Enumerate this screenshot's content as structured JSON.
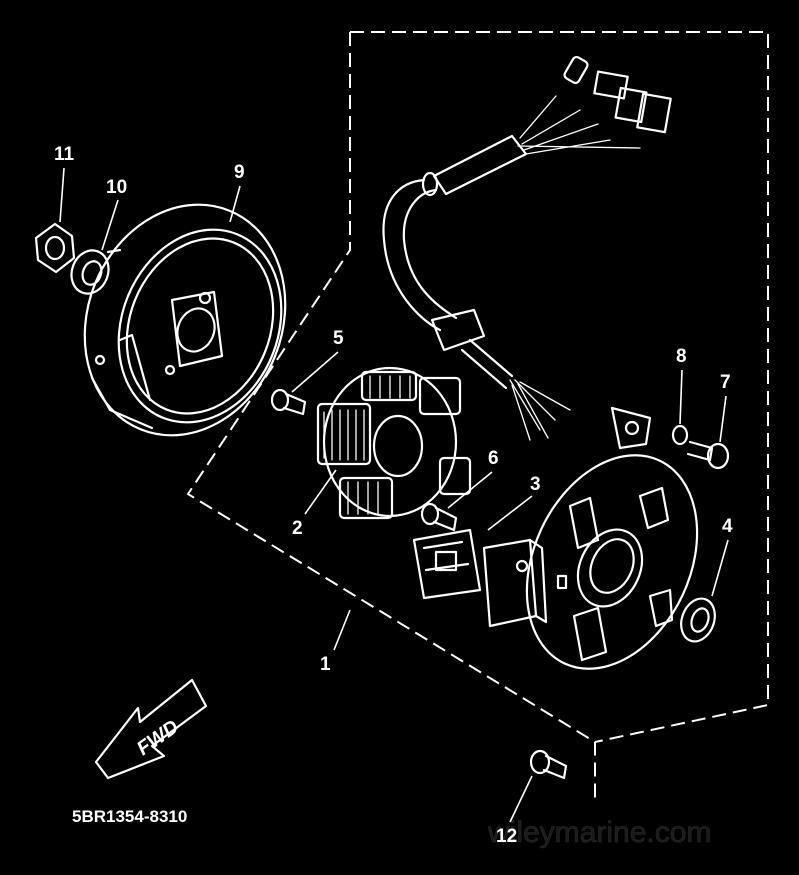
{
  "diagram": {
    "part_code": "5BR1354-8310",
    "watermark": "wileymarine.com",
    "direction_label": "FWD",
    "callouts": [
      {
        "id": "c1",
        "label": "1"
      },
      {
        "id": "c2",
        "label": "2"
      },
      {
        "id": "c3",
        "label": "3"
      },
      {
        "id": "c4",
        "label": "4"
      },
      {
        "id": "c5",
        "label": "5"
      },
      {
        "id": "c6",
        "label": "6"
      },
      {
        "id": "c7",
        "label": "7"
      },
      {
        "id": "c8",
        "label": "8"
      },
      {
        "id": "c9",
        "label": "9"
      },
      {
        "id": "c10",
        "label": "10"
      },
      {
        "id": "c11",
        "label": "11"
      },
      {
        "id": "c12",
        "label": "12"
      }
    ],
    "colors": {
      "background": "#000000",
      "line": "#ffffff"
    }
  }
}
